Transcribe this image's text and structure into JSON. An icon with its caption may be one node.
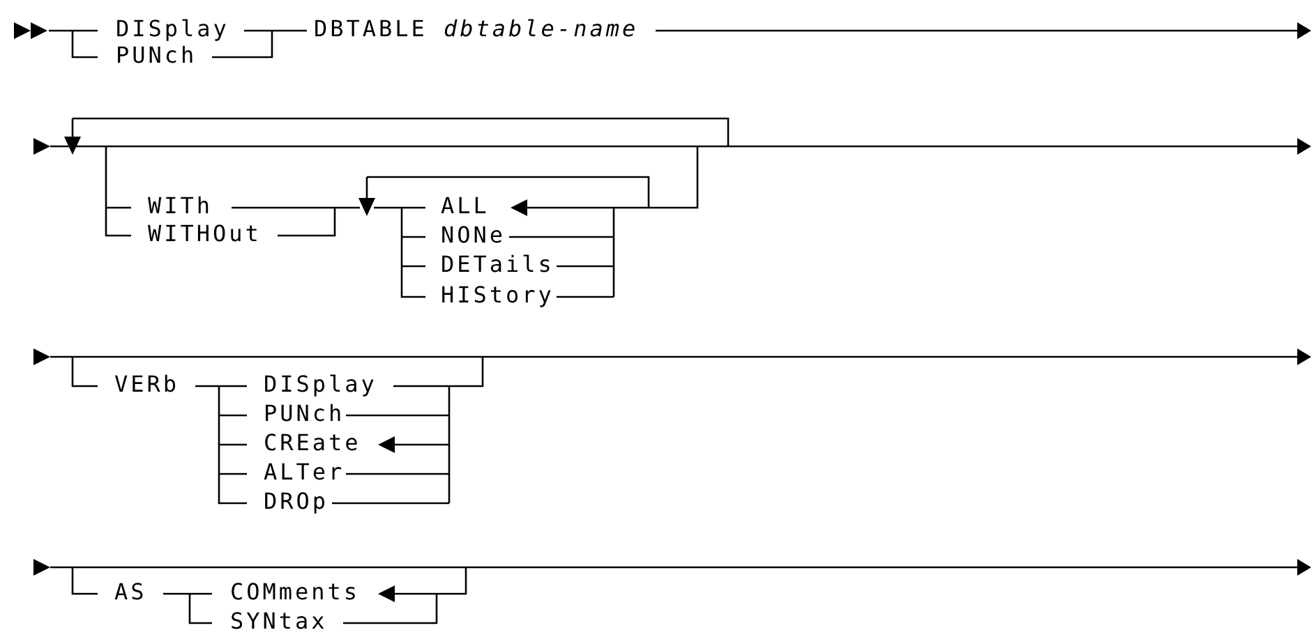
{
  "diagram": {
    "labels": [
      "DISplay",
      "PUNch",
      "DBTABLE",
      "dbtable-name",
      "WITh",
      "ALL",
      "WITHOut",
      "NONe",
      "DETails",
      "HIStory",
      "VERb",
      "DISplay",
      "PUNch",
      "CREate",
      "ALTer",
      "DROp",
      "AS",
      "COMments",
      "SYNtax"
    ]
  }
}
